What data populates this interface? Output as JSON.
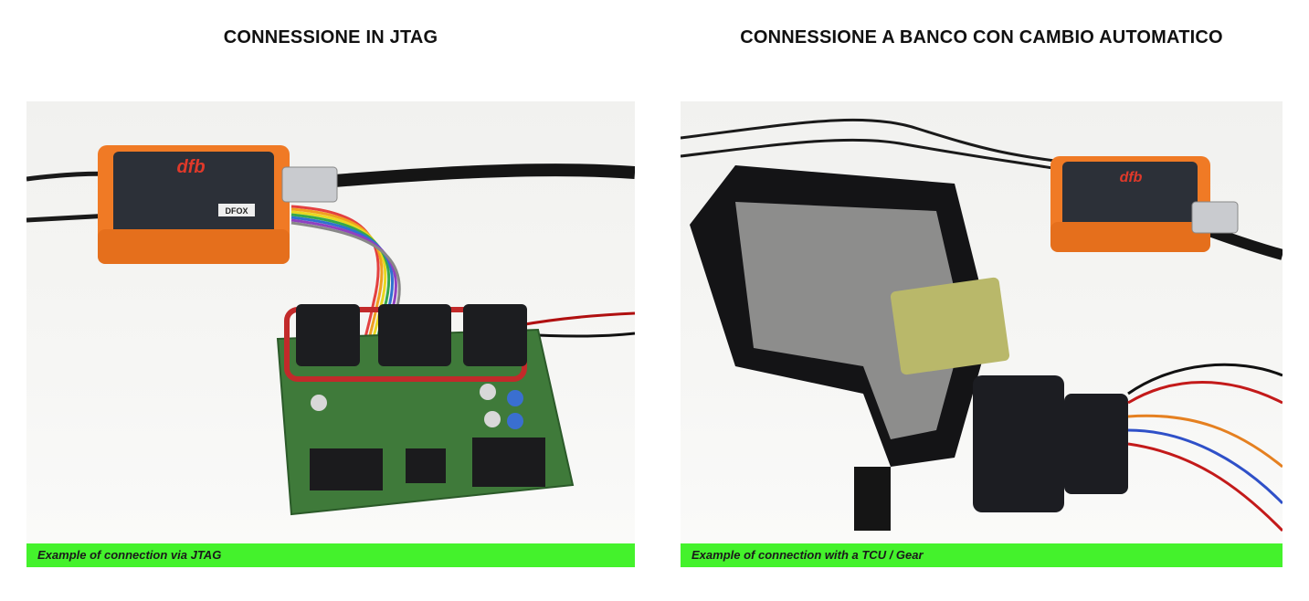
{
  "left": {
    "title": "CONNESSIONE IN JTAG",
    "caption": "Example of connection via JTAG",
    "device_brand": "dfb",
    "device_label": "DFOX"
  },
  "right": {
    "title": "CONNESSIONE A BANCO CON CAMBIO AUTOMATICO",
    "caption": "Example of connection with a TCU / Gear",
    "device_brand": "dfb"
  },
  "colors": {
    "caption_bg": "#44f22c",
    "device_orange": "#f07a25",
    "device_body": "#2c3038",
    "pcb_green": "#3f7a3a"
  }
}
